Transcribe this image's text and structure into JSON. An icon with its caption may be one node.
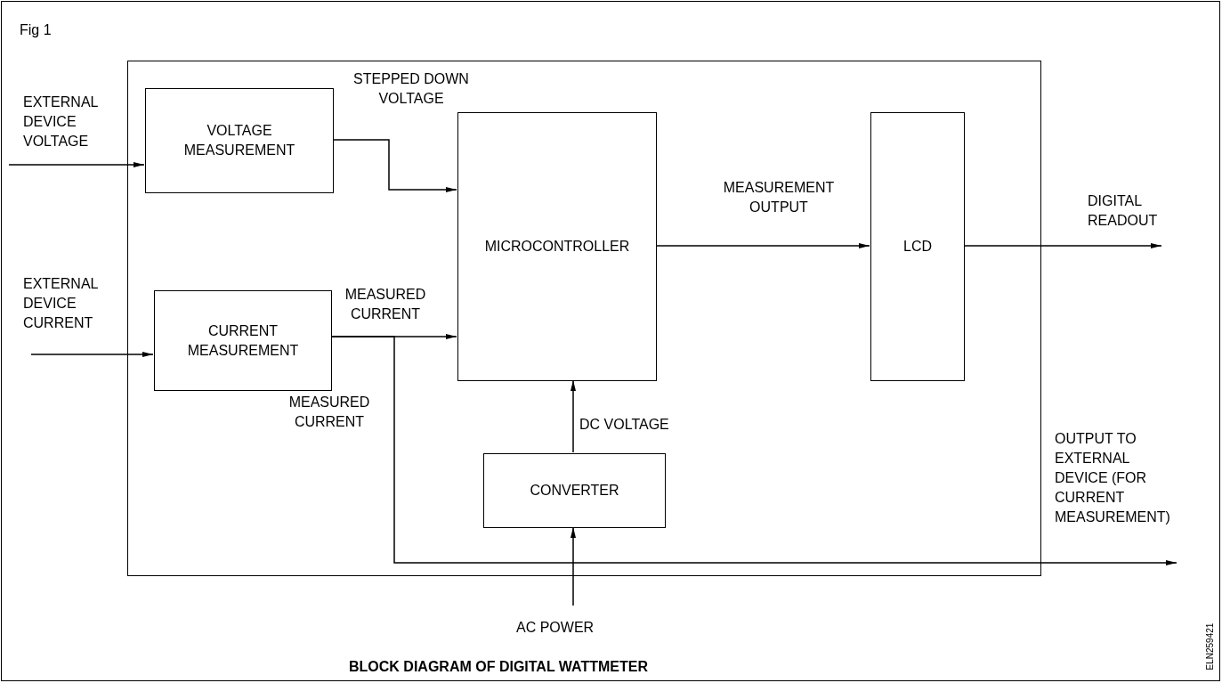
{
  "diagram": {
    "title": "BLOCK DIAGRAM OF DIGITAL WATTMETER",
    "nodes": [
      {
        "text": [],
        "shape": "box"
      },
      {
        "text": [
          "VOLTAGE MEASUREMENT"
        ],
        "in": 0
      },
      {
        "text": [
          "MICROCONTROLLER"
        ],
        "in": 0
      },
      {
        "text": [
          "LCD"
        ],
        "in": 0
      },
      {
        "text": [
          "CURRENT MEASUREMENT"
        ],
        "in": 0
      },
      {
        "text": [
          "CONVERTER"
        ],
        "in": 0
      }
    ],
    "edges": [
      {
        "from": null,
        "to": 1,
        "arrow": "to",
        "label": "EXTERNAL DEVICE VOLTAGE"
      },
      {
        "from": 1,
        "to": 2,
        "arrow": "to",
        "label": "STEPPED DOWN VOLTAGE"
      },
      {
        "from": null,
        "to": 4,
        "arrow": "to",
        "label": "EXTERNAL DEVICE CURRENT"
      },
      {
        "from": 4,
        "to": 2,
        "arrow": "to",
        "label": "MEASURED CURRENT"
      },
      {
        "from": 4,
        "to": null,
        "arrow": "to",
        "label": "MEASURED CURRENT"
      },
      {
        "from": 2,
        "to": 3,
        "arrow": "to",
        "label": "MEASUREMENT OUTPUT"
      },
      {
        "from": 3,
        "to": null,
        "arrow": "to",
        "label": "DIGITAL READOUT"
      },
      {
        "from": 5,
        "to": 2,
        "arrow": "to",
        "label": "DC VOLTAGE"
      },
      {
        "from": null,
        "to": 5,
        "arrow": "to",
        "label": "AC POWER"
      }
    ],
    "labels": [
      "Fig 1",
      "OUTPUT TO EXTERNAL DEVICE (FOR CURRENT MEASUREMENT)",
      "ELN259421"
    ]
  }
}
